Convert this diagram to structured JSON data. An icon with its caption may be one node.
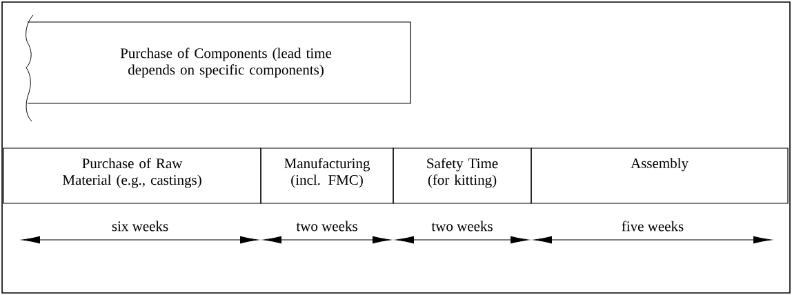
{
  "diagram": {
    "nodes": [
      {
        "text": [
          "Purchase of Components (lead time depends on specific components)"
        ]
      },
      {
        "text": [
          "Purchase of Raw Material (e.g., castings)"
        ],
        "beside": [
          "six weeks"
        ]
      },
      {
        "text": [
          "Manufacturing (incl. FMC)"
        ],
        "beside": [
          "two weeks"
        ]
      },
      {
        "text": [
          "Safety Time (for kitting)"
        ],
        "beside": [
          "two weeks"
        ]
      },
      {
        "text": [
          "Assembly"
        ],
        "beside": [
          "five weeks"
        ]
      }
    ]
  }
}
